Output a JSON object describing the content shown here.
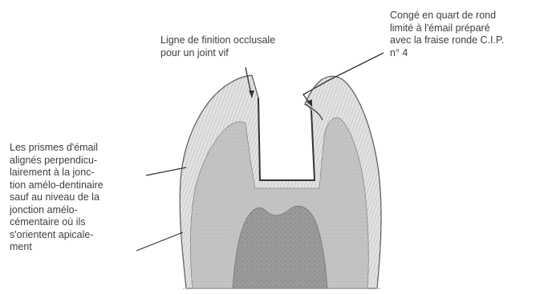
{
  "labels": {
    "occlusal_finish_line": [
      "Ligne de finition occlusale",
      "pour un joint vif"
    ],
    "quarter_round_bevel": [
      "Congé en quart de rond",
      "limité à l'émail préparé",
      "avec la fraise ronde C.I.P.",
      "n° 4"
    ],
    "enamel_prisms": [
      "Les prismes d'émail",
      "alignés perpendicu-",
      "lairement à la jonc-",
      "tion amélo-dentinaire",
      "sauf au niveau de la",
      "jonction amélo-",
      "cémentaire où ils",
      "s'orientent apicale-",
      "ment"
    ]
  },
  "colors": {
    "enamel": "#d9d9d9",
    "dentin": "#b8b8b8",
    "pulp": "#8f8f8f",
    "outline": "#555555",
    "leader": "#333333"
  }
}
